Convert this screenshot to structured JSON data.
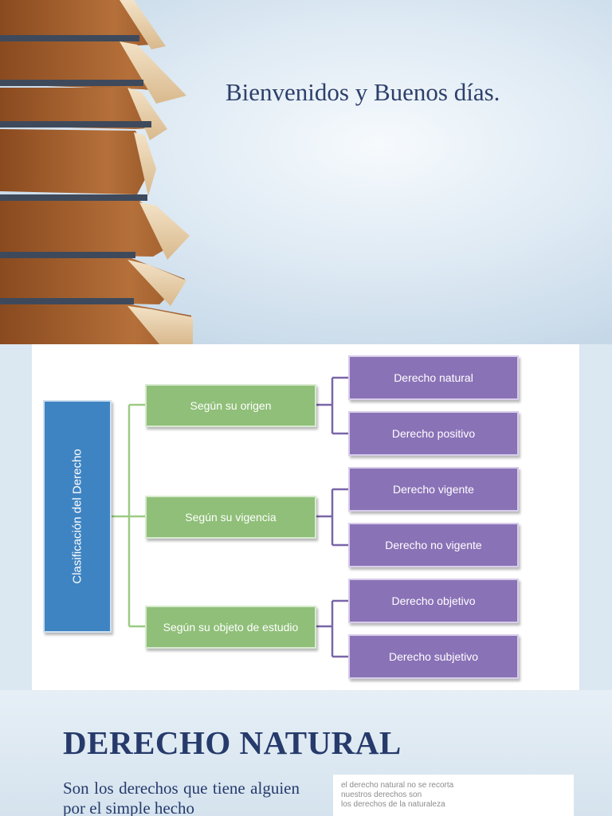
{
  "slide1": {
    "welcome_text": "Bienvenidos y Buenos días."
  },
  "diagram": {
    "root": "Clasificación del Derecho",
    "categories": [
      {
        "label": "Según su origen",
        "children": [
          "Derecho natural",
          "Derecho positivo"
        ]
      },
      {
        "label": "Según su vigencia",
        "children": [
          "Derecho vigente",
          "Derecho no vigente"
        ]
      },
      {
        "label": "Según su objeto de estudio",
        "children": [
          "Derecho objetivo",
          "Derecho subjetivo"
        ]
      }
    ],
    "colors": {
      "root": "#3f84c2",
      "category": "#8fbf78",
      "leaf": "#8a72b7",
      "category_connector": "#9ccb84",
      "leaf_connector": "#7a66a8"
    }
  },
  "slide3": {
    "heading": "DERECHO NATURAL",
    "body": "Son los derechos que tiene alguien por el simple hecho",
    "quote_lines": [
      "el derecho natural no se recorta",
      "nuestros derechos son",
      "los derechos de la naturaleza"
    ]
  }
}
